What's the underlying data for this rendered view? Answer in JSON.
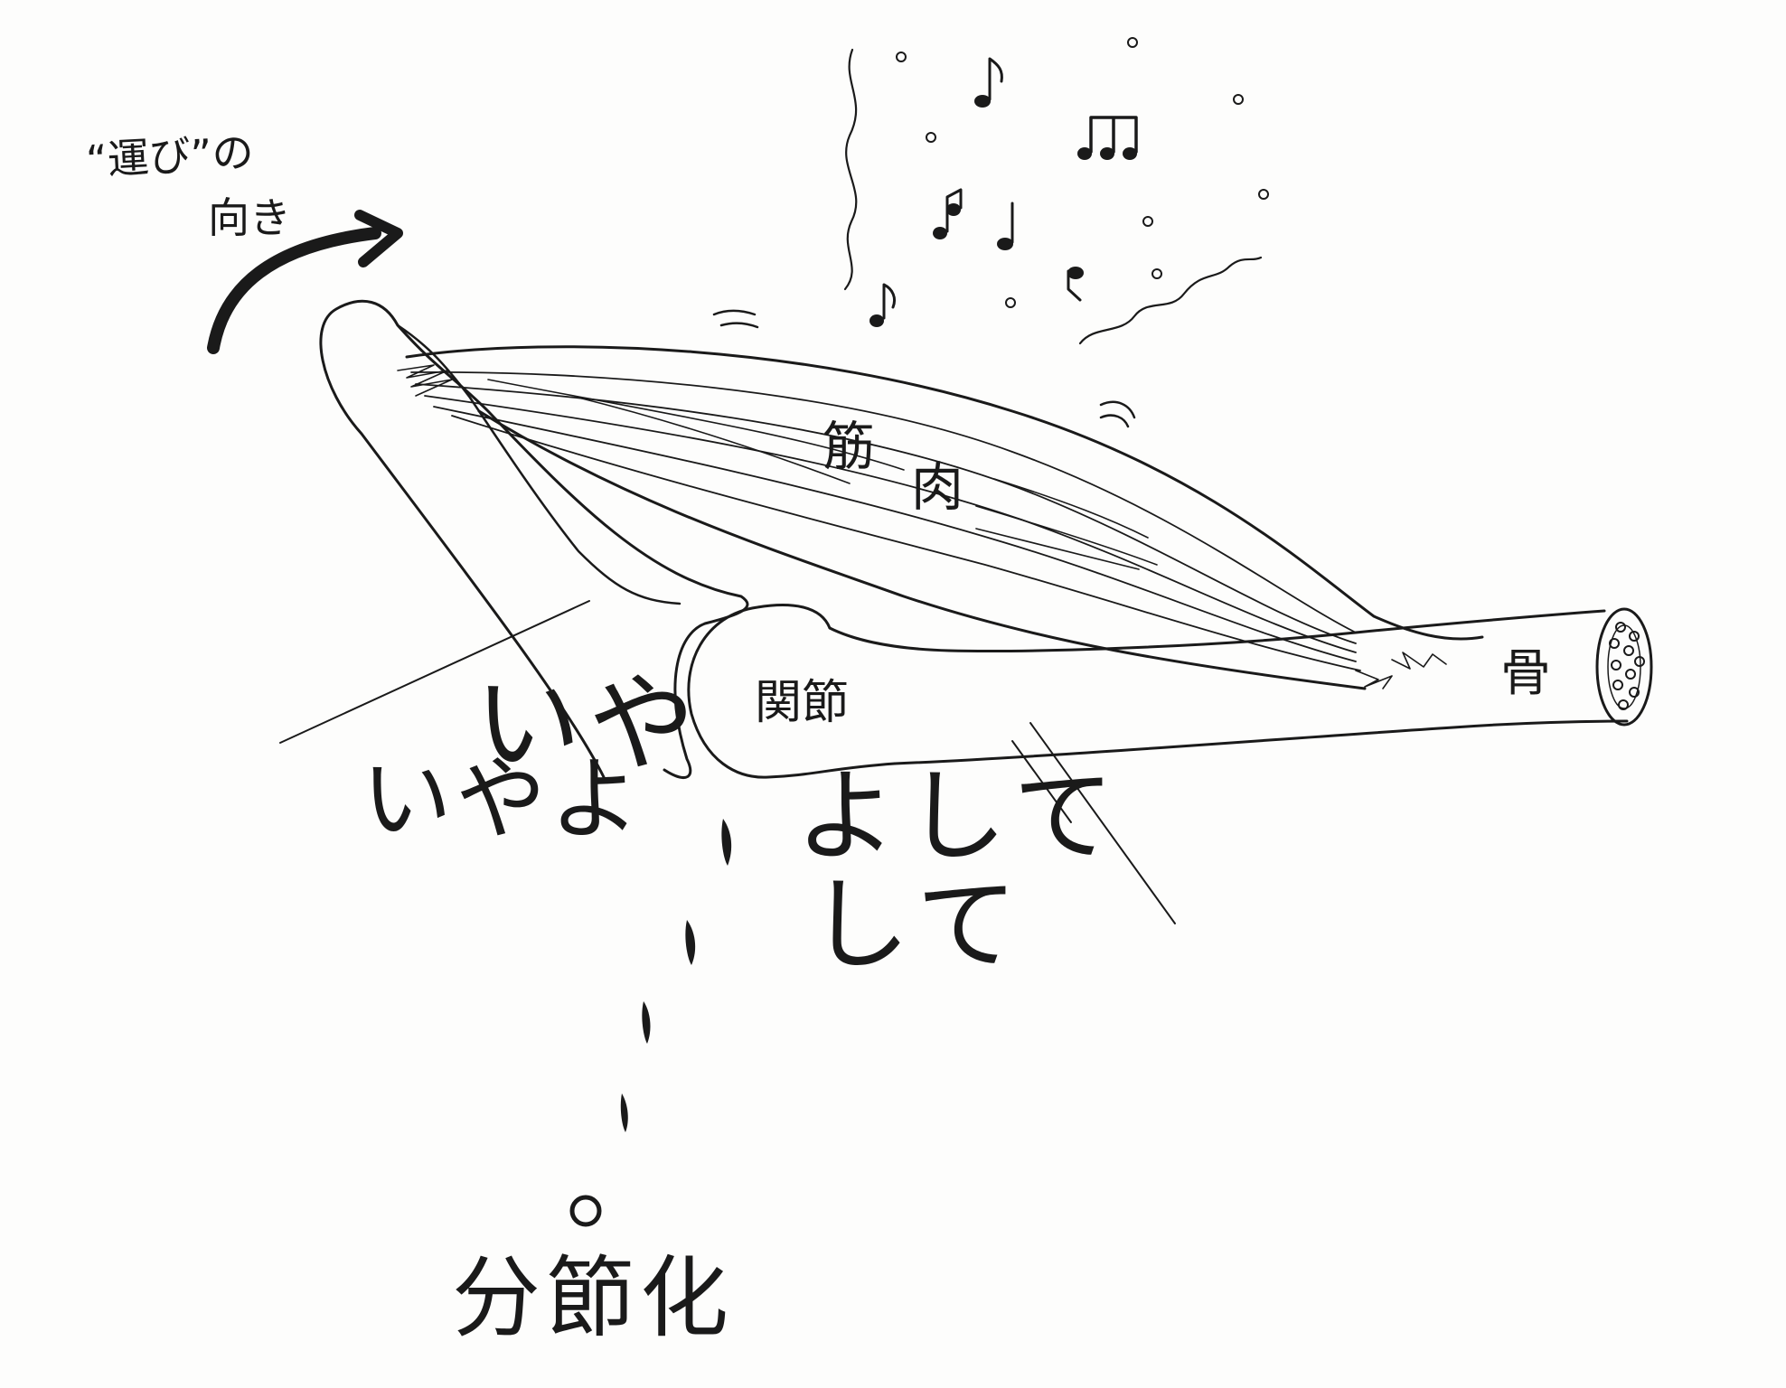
{
  "labels": {
    "direction_line1": "“運び”の",
    "direction_line2": "向き",
    "muscle_1": "筋",
    "muscle_2": "肉",
    "joint": "関節",
    "bone": "骨",
    "iya_1": "いや",
    "iya_2": "いやよ",
    "yoshite_1": "よして",
    "yoshite_2": "して",
    "segmentation": "分節化"
  },
  "icons": [
    "curved-arrow-icon",
    "music-note-icon",
    "beamed-notes-icon",
    "dot-icon"
  ],
  "colors": {
    "ink": "#1a1a1a",
    "paper": "#fdfdfc"
  }
}
